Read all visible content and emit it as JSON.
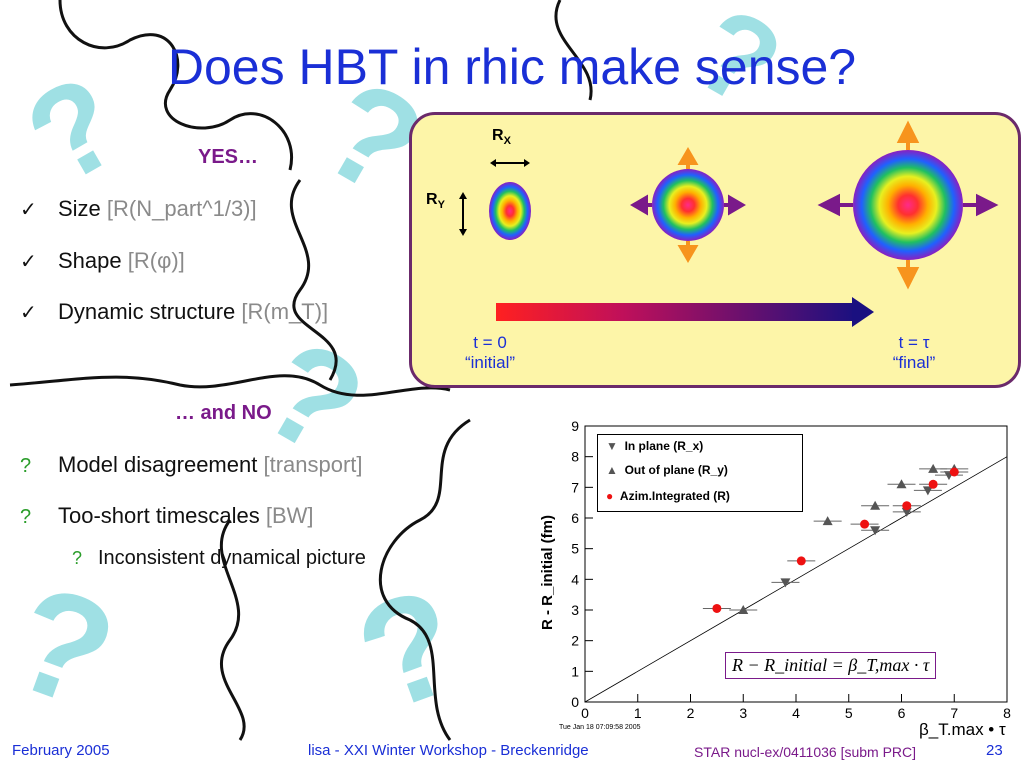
{
  "slide": {
    "title": "Does HBT in rhic make sense?",
    "yes_heading": "YES…",
    "yes_items": [
      {
        "mark": "✓",
        "text": "Size",
        "note": "[R(N_part^1/3)]"
      },
      {
        "mark": "✓",
        "text": "Shape",
        "note": "[R(φ)]"
      },
      {
        "mark": "✓",
        "text": "Dynamic structure",
        "note": "[R(m_T)]"
      }
    ],
    "no_heading": "… and NO",
    "no_items": [
      {
        "mark": "?",
        "text": "Model disagreement",
        "note": "[transport]"
      },
      {
        "mark": "?",
        "text": "Too-short timescales",
        "note": "[BW]"
      }
    ],
    "no_subitem": {
      "mark": "?",
      "text": "Inconsistent dynamical picture"
    }
  },
  "panel": {
    "rx_label": "R",
    "rx_sub": "X",
    "ry_label": "R",
    "ry_sub": "Y",
    "t0_line1": "t = 0",
    "t0_line2": "“initial”",
    "tf_line1": "t = τ",
    "tf_line2": "“final”"
  },
  "chart_data": {
    "type": "scatter",
    "title": "",
    "xlabel": "β_T.max • τ",
    "ylabel": "R - R_initial (fm)",
    "xlim": [
      0,
      8
    ],
    "ylim": [
      0,
      9
    ],
    "x_ticks": [
      "0",
      "1",
      "2",
      "3",
      "4",
      "5",
      "6",
      "7",
      "8"
    ],
    "y_ticks": [
      "0",
      "1",
      "2",
      "3",
      "4",
      "5",
      "6",
      "7",
      "8",
      "9"
    ],
    "legend_placement": "top-left",
    "timestamp": "Tue Jan 18 07:09:58 2005",
    "series": [
      {
        "name": "In plane (R_x)",
        "marker": "triangle-down",
        "color": "#555555",
        "points": [
          [
            3.8,
            3.9
          ],
          [
            5.5,
            5.6
          ],
          [
            6.1,
            6.2
          ],
          [
            6.5,
            6.9
          ],
          [
            6.9,
            7.4
          ]
        ]
      },
      {
        "name": "Out of plane (R_y)",
        "marker": "triangle-up",
        "color": "#555555",
        "points": [
          [
            3.0,
            3.0
          ],
          [
            4.6,
            5.9
          ],
          [
            5.5,
            6.4
          ],
          [
            6.0,
            7.1
          ],
          [
            6.6,
            7.6
          ],
          [
            7.0,
            7.6
          ]
        ]
      },
      {
        "name": "Azim.Integrated (R)",
        "marker": "circle",
        "color": "#ee1111",
        "points": [
          [
            2.5,
            3.05
          ],
          [
            4.1,
            4.6
          ],
          [
            5.3,
            5.8
          ],
          [
            6.1,
            6.4
          ],
          [
            6.6,
            7.1
          ],
          [
            7.0,
            7.5
          ]
        ]
      }
    ],
    "fit_line": {
      "x": [
        0,
        8
      ],
      "y": [
        0,
        8
      ]
    },
    "formula": "R − R_initial = β_T,max · τ"
  },
  "footer": {
    "date": "February 2005",
    "venue": "lisa - XXI Winter Workshop - Breckenridge",
    "ref": "STAR nucl-ex/0411036 [subm PRC]",
    "page": "23"
  },
  "colors": {
    "title": "#1a2fd6",
    "heading": "#7a1a8a",
    "panel_bg": "#fdf5a8",
    "panel_border": "#6b2a6b",
    "check_green": "#2a9d2a",
    "puzzle_cyan": "#9fe0e4"
  }
}
